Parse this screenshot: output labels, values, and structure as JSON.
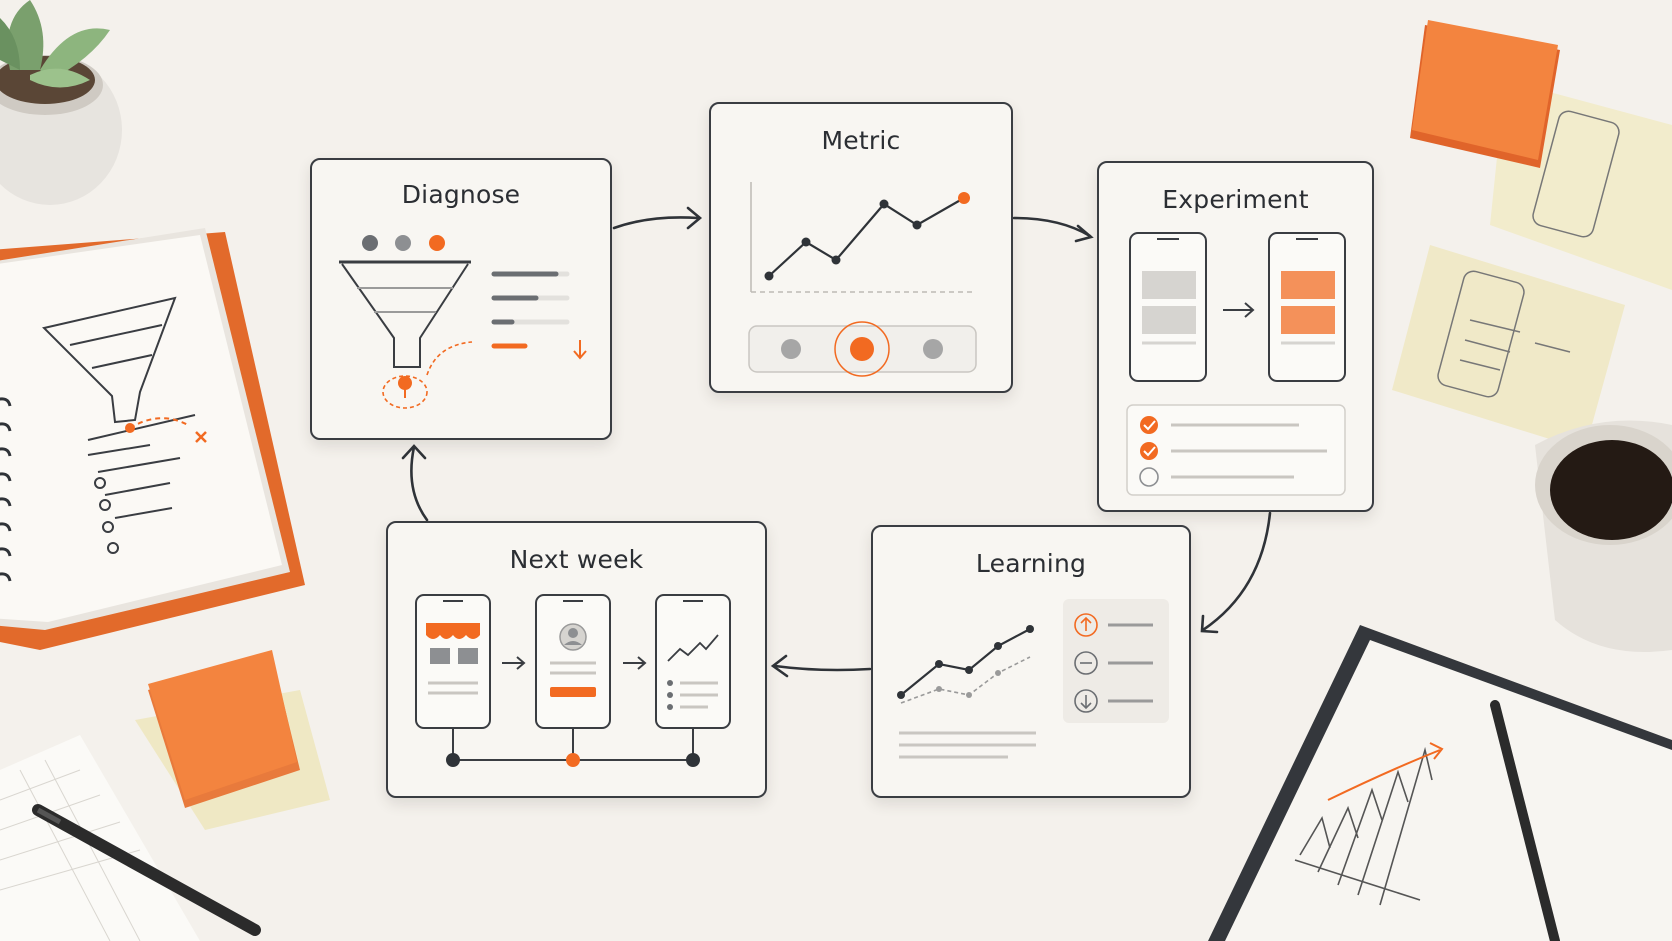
{
  "colors": {
    "accent": "#f26a21",
    "ink": "#2f3338",
    "card_bg": "#f8f6f2",
    "desk_bg": "#f4f1ec",
    "muted": "#9a9a9a"
  },
  "steps": [
    {
      "id": "diagnose",
      "title": "Diagnose"
    },
    {
      "id": "metric",
      "title": "Metric"
    },
    {
      "id": "experiment",
      "title": "Experiment"
    },
    {
      "id": "learning",
      "title": "Learning"
    },
    {
      "id": "nextweek",
      "title": "Next week"
    }
  ],
  "icons": {
    "diagnose": [
      "funnel-icon",
      "dropoff-marker-icon",
      "down-arrow-icon"
    ],
    "metric": [
      "line-chart-icon",
      "selected-dot-icon"
    ],
    "experiment": [
      "phone-variant-a-icon",
      "phone-variant-b-icon",
      "checklist-icon"
    ],
    "learning": [
      "trend-chart-icon",
      "up-circle-icon",
      "minus-circle-icon",
      "down-circle-icon"
    ],
    "nextweek": [
      "storefront-phone-icon",
      "profile-phone-icon",
      "chart-phone-icon",
      "timeline-icon"
    ]
  }
}
